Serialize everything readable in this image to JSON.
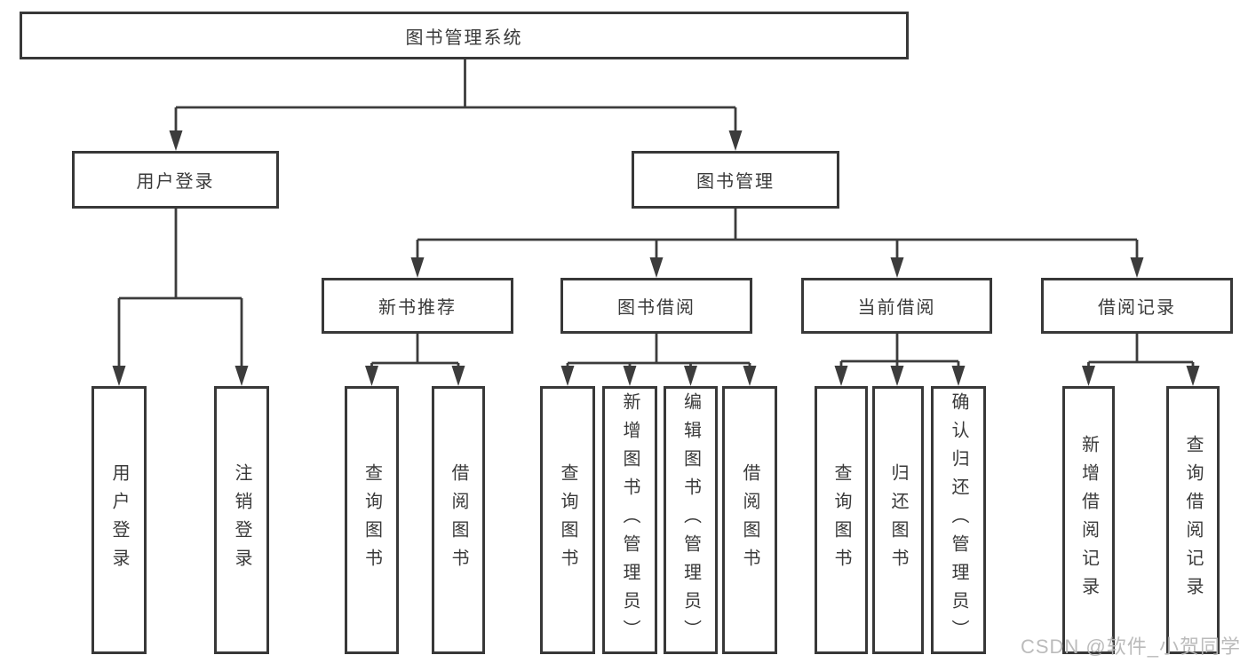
{
  "tree": {
    "root": {
      "label": "图书管理系统"
    },
    "children": [
      {
        "label": "用户登录",
        "children": [
          {
            "label": "用户登录"
          },
          {
            "label": "注销登录"
          }
        ]
      },
      {
        "label": "图书管理",
        "children": [
          {
            "label": "新书推荐",
            "children": [
              {
                "label": "查询图书"
              },
              {
                "label": "借阅图书"
              }
            ]
          },
          {
            "label": "图书借阅",
            "children": [
              {
                "label": "查询图书"
              },
              {
                "label": "新增图书（管理员）"
              },
              {
                "label": "编辑图书（管理员）"
              },
              {
                "label": "借阅图书"
              }
            ]
          },
          {
            "label": "当前借阅",
            "children": [
              {
                "label": "查询图书"
              },
              {
                "label": "归还图书"
              },
              {
                "label": "确认归还（管理员）"
              }
            ]
          },
          {
            "label": "借阅记录",
            "children": [
              {
                "label": "新增借阅记录"
              },
              {
                "label": "查询借阅记录"
              }
            ]
          }
        ]
      }
    ]
  },
  "watermark": {
    "text": "CSDN @软件_小贺同学"
  },
  "colors": {
    "line": "#3c3c3c",
    "border": "#383838",
    "text": "#3a3a3a",
    "background": "#ffffff",
    "watermark": "#b7b7b7"
  }
}
